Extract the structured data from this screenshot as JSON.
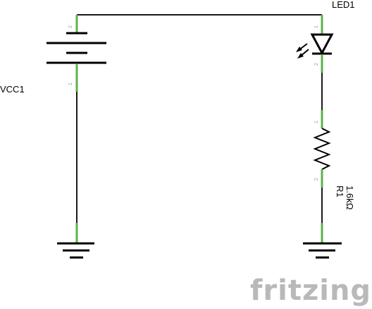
{
  "parts": {
    "vcc": {
      "label": "VCC1",
      "pin_top": "2",
      "pin_bottom": "1"
    },
    "led": {
      "label": "LED1",
      "pin_top": "1",
      "pin_bottom": "2"
    },
    "resistor": {
      "label": "R1",
      "value": "1.6kΩ",
      "pin_top": "1",
      "pin_bottom": "2"
    }
  },
  "watermark": {
    "text": "fritzing"
  },
  "colors": {
    "wire": "#1a1a1a",
    "pin": "#5fb14b",
    "symbol": "#000000",
    "watermark": "#b9b9b9"
  }
}
